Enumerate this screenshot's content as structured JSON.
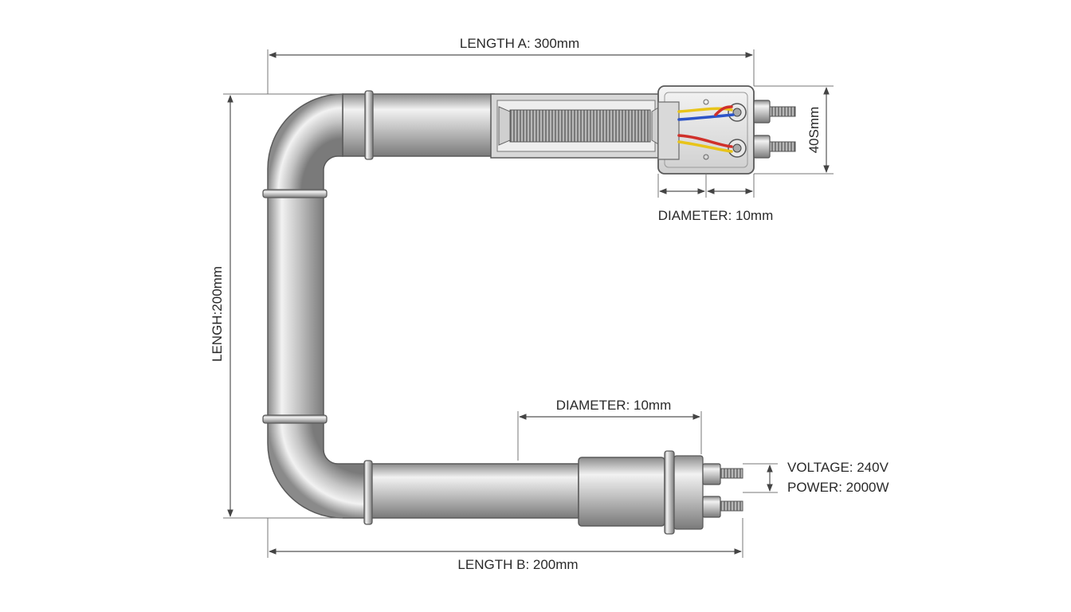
{
  "labels": {
    "length_a": "LENGTH A: 300mm",
    "length_b": "LENGTH B: 200mm",
    "height": "LENGH:200mm",
    "box_height": "40Smm",
    "diameter_top": "DIAMETER: 10mm",
    "diameter_bottom": "DIAMETER: 10mm",
    "voltage": "VOLTAGE: 240V",
    "power": "POWER: 2000W"
  },
  "colors": {
    "tube_dark": "#7d7d7d",
    "tube_light": "#ededed",
    "outline": "#5a5a5a",
    "wire_red": "#d0302a",
    "wire_yellow": "#e8c41a",
    "wire_blue": "#2c54c8"
  }
}
